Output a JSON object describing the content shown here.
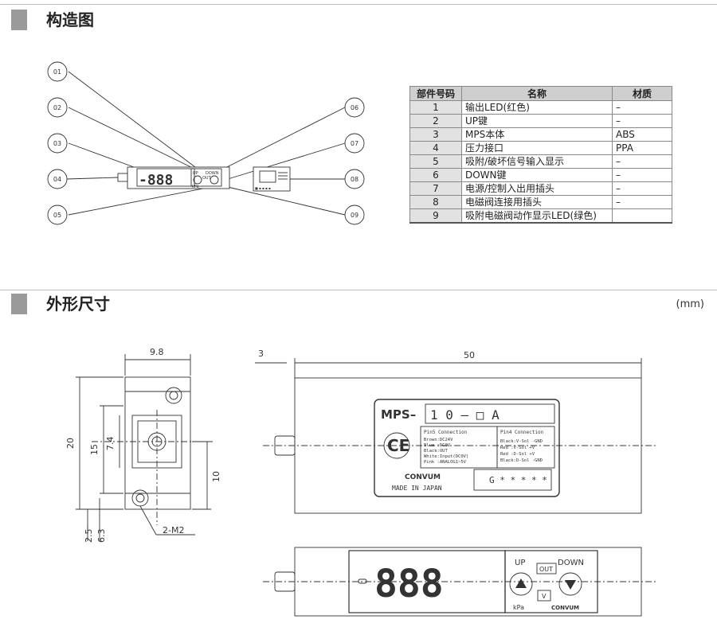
{
  "section1": {
    "title": "构造图"
  },
  "section2": {
    "title": "外形尺寸",
    "unit": "(mm)"
  },
  "callouts": [
    "01",
    "02",
    "03",
    "04",
    "05",
    "06",
    "07",
    "08",
    "09"
  ],
  "parts_table": {
    "headers": [
      "部件号码",
      "名称",
      "材质"
    ],
    "rows": [
      {
        "no": "1",
        "name": "输出LED(红色)",
        "material": "–"
      },
      {
        "no": "2",
        "name": "UP键",
        "material": "–"
      },
      {
        "no": "3",
        "name": "MPS本体",
        "material": "ABS"
      },
      {
        "no": "4",
        "name": "压力接口",
        "material": "PPA"
      },
      {
        "no": "5",
        "name": "吸附/破坏信号输入显示",
        "material": "–"
      },
      {
        "no": "6",
        "name": "DOWN键",
        "material": "–"
      },
      {
        "no": "7",
        "name": "电源/控制入出用插头",
        "material": "–"
      },
      {
        "no": "8",
        "name": "电磁阀连接用插头",
        "material": "–"
      },
      {
        "no": "9",
        "name": "吸附电磁阀动作显示LED(绿色)",
        "material": ""
      }
    ]
  },
  "dimensions": {
    "width": "9.8",
    "height": "20",
    "h15": "15",
    "h74": "7.4",
    "h10": "10",
    "h25": "2.5",
    "h63": "6.3",
    "holes": "2-M2",
    "offset": "3",
    "length": "50"
  },
  "label": {
    "model_prefix": "MPS–",
    "model_suffix": "1 0 – □ A",
    "pin5_title": "Pin5 Connection",
    "pin5_lines": [
      "Brown:DC24V",
      "Blue :DC0V",
      "Black:OUT",
      "White:Input(DC0V)",
      "Pink :ANALOG1~5V"
    ],
    "pin4_title": "Pin4 Connection",
    "pin4_lines": [
      "Black:V-Sol -GND",
      "Red :V-Sol +V",
      "Red :D-Sol +V",
      "Black:D-Sol -GND"
    ],
    "brand": "CONVUM",
    "made_in": "MADE IN JAPAN",
    "serial": "G * * * * *"
  },
  "front_panel": {
    "up": "UP",
    "down": "DOWN",
    "out": "OUT",
    "v": "V",
    "kpa": "kPa",
    "brand": "CONVUM"
  },
  "small_device": {
    "up": "UP",
    "down": "DOWN",
    "out": "OUT",
    "kpa": "kPa"
  }
}
